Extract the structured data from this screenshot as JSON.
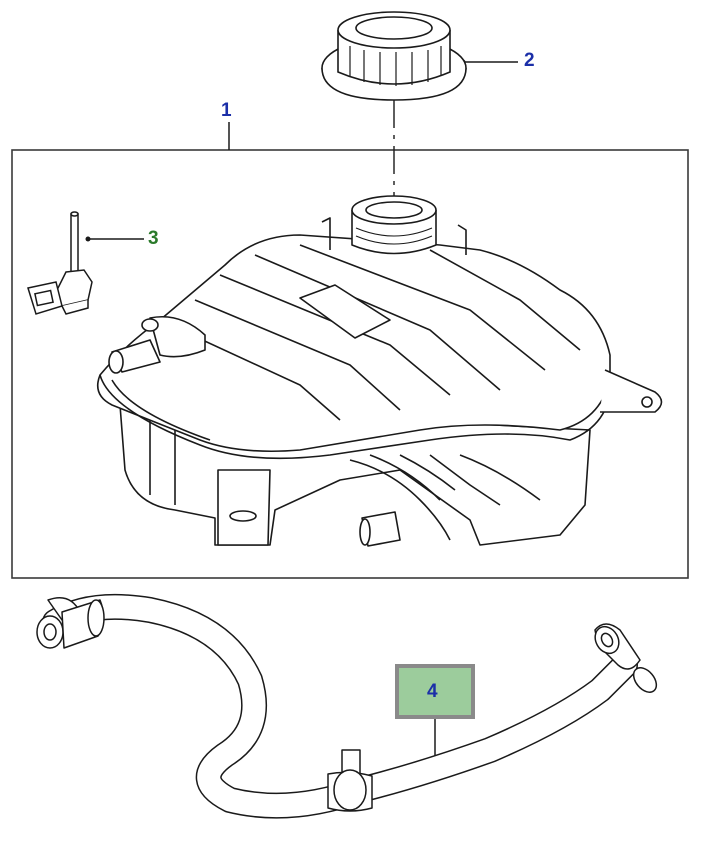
{
  "callouts": [
    {
      "id": "1",
      "label": "1",
      "color": "#1b2fa8"
    },
    {
      "id": "2",
      "label": "2",
      "color": "#1b2fa8"
    },
    {
      "id": "3",
      "label": "3",
      "color": "#2a7a2a"
    },
    {
      "id": "4",
      "label": "4",
      "color": "#1b2fa8",
      "highlighted": true
    }
  ],
  "colors": {
    "line": "#1a1a1a",
    "highlight_fill": "#9ccc9c",
    "highlight_border": "#8a8a8a",
    "frame": "#3a3a3a"
  }
}
